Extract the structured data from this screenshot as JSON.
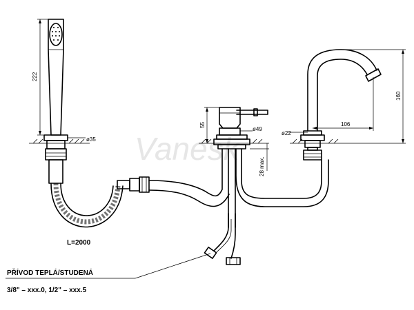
{
  "watermark": "Vanesk",
  "dimensions": {
    "hand_shower_length": "222",
    "hand_shower_base_dia": "ø35",
    "mixer_height": "55",
    "mixer_body_dia": "ø49",
    "max_deck_thickness": "28 max.",
    "spout_reach": "106",
    "spout_height": "160",
    "spout_base_dia": "ø22"
  },
  "hose_length": "L=2000",
  "supply": {
    "label": "PŘÍVOD TEPLÁ/STUDENÁ",
    "sizes": "3/8\" – xxx.0, 1/2\" – xxx.5"
  }
}
